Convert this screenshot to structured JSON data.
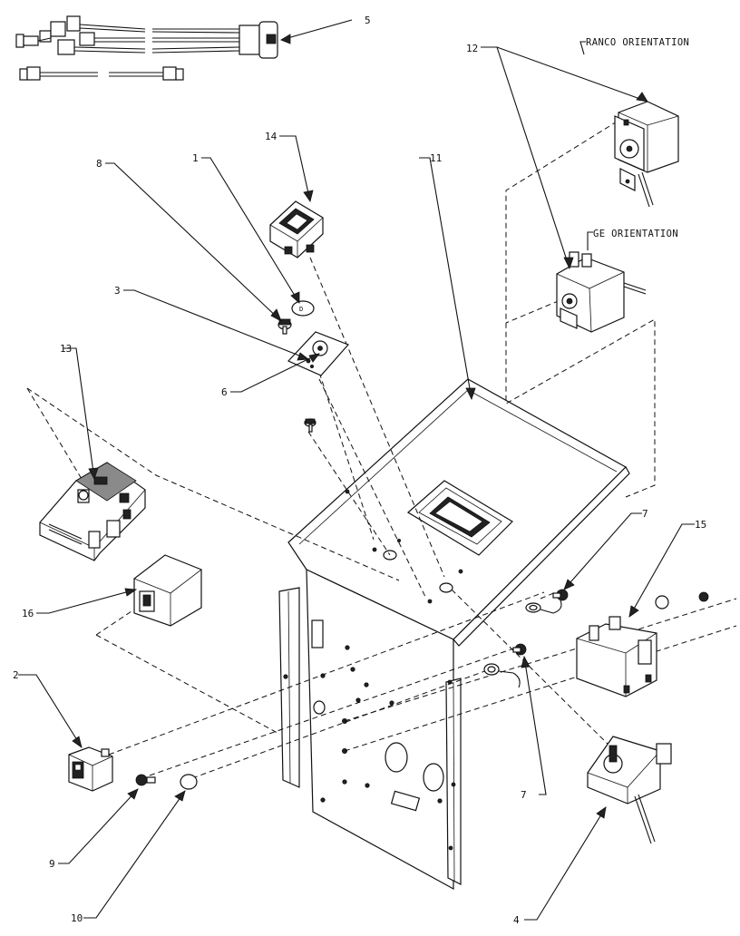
{
  "captions": {
    "ranco": "RANCO ORIENTATION",
    "ge": "GE ORIENTATION"
  },
  "callouts": {
    "c1": "1",
    "c2": "2",
    "c3": "3",
    "c4": "4",
    "c5": "5",
    "c6": "6",
    "c7a": "7",
    "c7b": "7",
    "c8": "8",
    "c9": "9",
    "c10": "10",
    "c11": "11",
    "c12": "12",
    "c13": "13",
    "c14": "14",
    "c15": "15",
    "c16": "16"
  }
}
